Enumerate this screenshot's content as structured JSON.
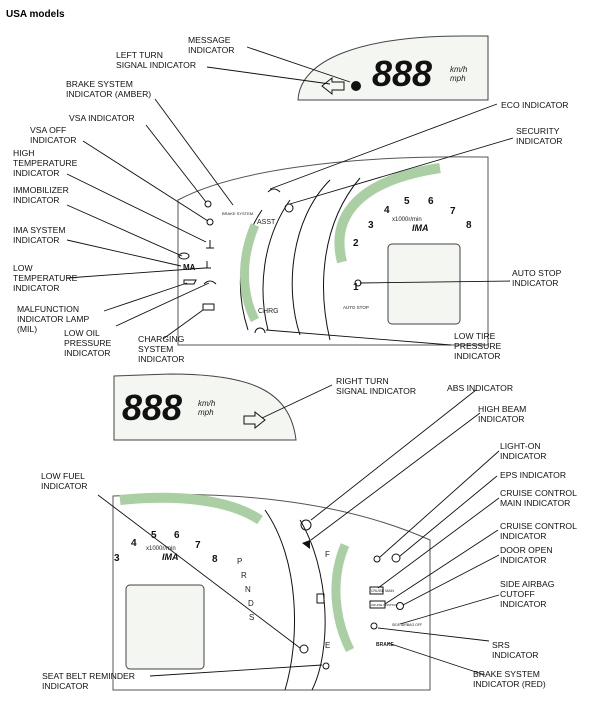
{
  "title": "USA models",
  "display_top": {
    "digits": "888",
    "unit_kmh": "km/h",
    "unit_mph": "mph"
  },
  "display_mid": {
    "digits": "888",
    "unit_kmh": "km/h",
    "unit_mph": "mph"
  },
  "gauge_top": {
    "asst": "ASST",
    "chrg": "CHRG",
    "brake_text": "BRAKE SYSTEM",
    "auto_stop": "AUTO STOP",
    "rpm_unit": "x1000r/min",
    "tach_numbers": [
      "1",
      "2",
      "3",
      "4",
      "5",
      "6",
      "7",
      "8"
    ],
    "ima_badge": "IMA"
  },
  "gauge_bottom": {
    "rpm_unit": "x1000r/min",
    "tach_numbers": [
      "3",
      "4",
      "5",
      "6",
      "7",
      "8"
    ],
    "ima_badge": "IMA",
    "gear": [
      "P",
      "R",
      "N",
      "D",
      "S"
    ],
    "fuel_full": "F",
    "fuel_empty": "E",
    "cruise_main_tag": "CRUISE MAIN",
    "cruise_control_tag": "CRUISE CONTROL",
    "side_airbag_tag": "SIDE AIRBAG OFF",
    "brake_tag": "BRAKE"
  },
  "labels": {
    "message": [
      "MESSAGE",
      "INDICATOR"
    ],
    "left_turn": [
      "LEFT TURN",
      "SIGNAL INDICATOR"
    ],
    "brake_amber": [
      "BRAKE SYSTEM",
      "INDICATOR (AMBER)"
    ],
    "vsa": [
      "VSA INDICATOR"
    ],
    "vsa_off": [
      "VSA OFF",
      "INDICATOR"
    ],
    "high_temp": [
      "HIGH",
      "TEMPERATURE",
      "INDICATOR"
    ],
    "immobilizer": [
      "IMMOBILIZER",
      "INDICATOR"
    ],
    "ima_system": [
      "IMA SYSTEM",
      "INDICATOR"
    ],
    "low_temp": [
      "LOW",
      "TEMPERATURE",
      "INDICATOR"
    ],
    "mil": [
      "MALFUNCTION",
      "INDICATOR LAMP",
      "(MIL)"
    ],
    "low_oil": [
      "LOW OIL",
      "PRESSURE",
      "INDICATOR"
    ],
    "charging": [
      "CHARGING",
      "SYSTEM",
      "INDICATOR"
    ],
    "eco": [
      "ECO INDICATOR"
    ],
    "security": [
      "SECURITY",
      "INDICATOR"
    ],
    "auto_stop": [
      "AUTO STOP",
      "INDICATOR"
    ],
    "low_tire": [
      "LOW TIRE",
      "PRESSURE",
      "INDICATOR"
    ],
    "right_turn": [
      "RIGHT TURN",
      "SIGNAL INDICATOR"
    ],
    "abs": [
      "ABS INDICATOR"
    ],
    "high_beam": [
      "HIGH BEAM",
      "INDICATOR"
    ],
    "light_on": [
      "LIGHT-ON",
      "INDICATOR"
    ],
    "eps": [
      "EPS INDICATOR"
    ],
    "cruise_main": [
      "CRUISE CONTROL",
      "MAIN INDICATOR"
    ],
    "cruise_control": [
      "CRUISE CONTROL",
      "INDICATOR"
    ],
    "door_open": [
      "DOOR OPEN",
      "INDICATOR"
    ],
    "side_airbag": [
      "SIDE AIRBAG",
      "CUTOFF",
      "INDICATOR"
    ],
    "srs": [
      "SRS",
      "INDICATOR"
    ],
    "brake_red": [
      "BRAKE SYSTEM",
      "INDICATOR (RED)"
    ],
    "low_fuel": [
      "LOW FUEL",
      "INDICATOR"
    ],
    "seat_belt": [
      "SEAT BELT REMINDER",
      "INDICATOR"
    ]
  },
  "icons": [
    "left-turn-arrow-icon",
    "message-icon",
    "right-turn-arrow-icon",
    "eco-icon",
    "security-key-icon",
    "vsa-icon",
    "vsa-off-icon",
    "high-temp-icon",
    "immobilizer-icon",
    "ima-icon",
    "low-temp-icon",
    "mil-engine-icon",
    "oil-can-icon",
    "battery-icon",
    "tire-pressure-icon",
    "abs-icon",
    "high-beam-icon",
    "light-on-icon",
    "eps-icon",
    "door-open-icon",
    "srs-icon",
    "fuel-pump-icon",
    "seat-belt-icon"
  ]
}
